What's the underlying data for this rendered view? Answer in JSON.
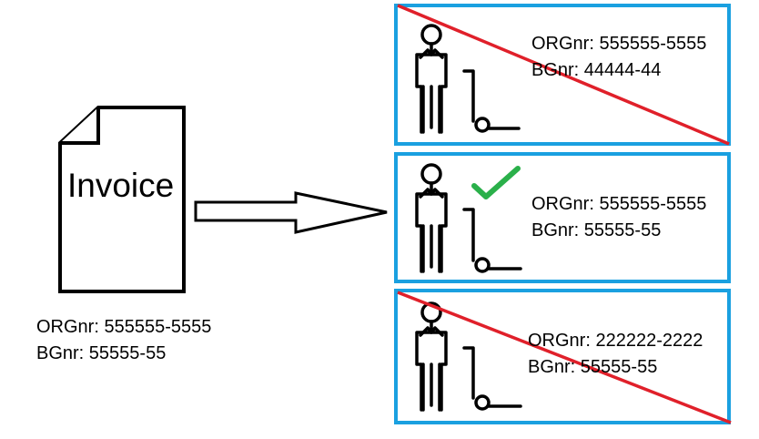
{
  "invoice": {
    "title": "Invoice",
    "orgnr_line": "ORGnr: 555555-5555",
    "bgnr_line": "BGnr: 55555-55"
  },
  "candidates": [
    {
      "orgnr_line": "ORGnr: 555555-5555",
      "bgnr_line": "BGnr: 44444-44",
      "status": "rejected"
    },
    {
      "orgnr_line": "ORGnr: 555555-5555",
      "bgnr_line": "BGnr: 55555-55",
      "status": "matched"
    },
    {
      "orgnr_line": "ORGnr: 222222-2222",
      "bgnr_line": "BGnr: 55555-55",
      "status": "rejected"
    }
  ],
  "colors": {
    "box_border": "#1aa0e0",
    "reject_line": "#e0202a",
    "check_mark": "#2ab04a"
  },
  "icons": [
    "document-icon",
    "arrow-icon",
    "person-icon",
    "hand-truck-icon",
    "checkmark-icon",
    "strike-through-icon"
  ]
}
